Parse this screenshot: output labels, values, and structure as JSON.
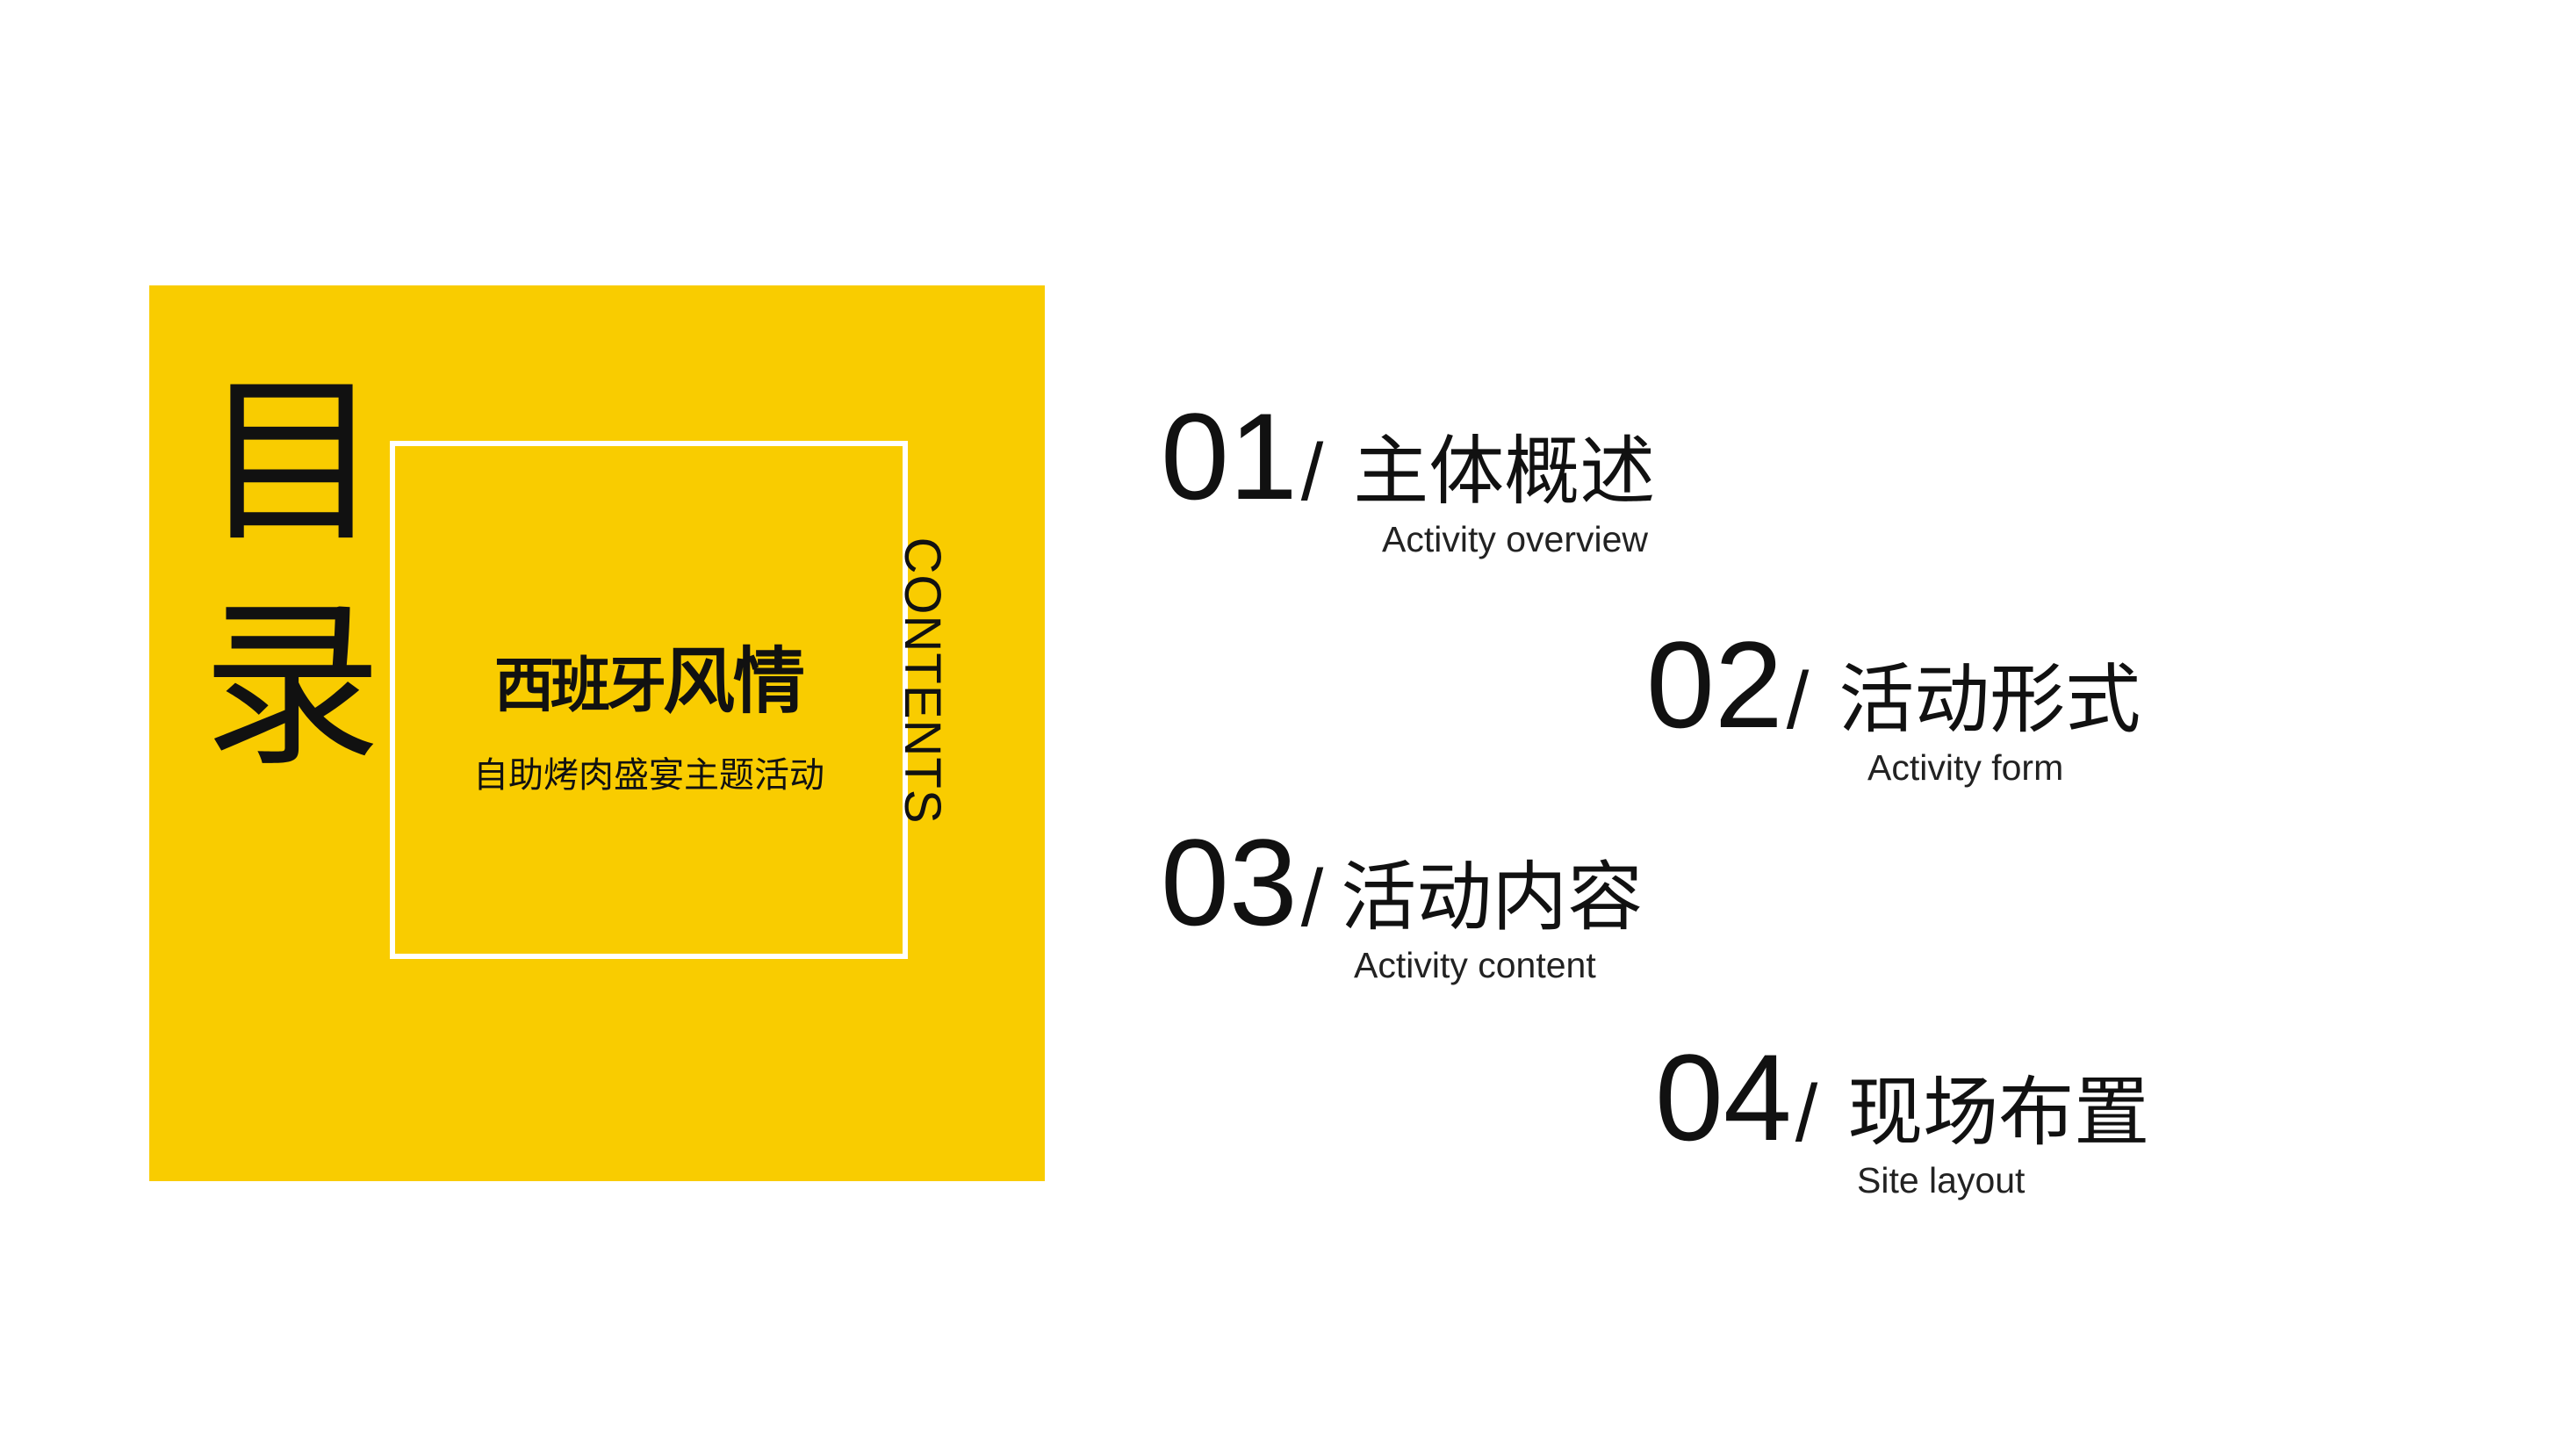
{
  "panel": {
    "title_char_1": "目",
    "title_char_2": "录",
    "slogan_lead": "西班牙",
    "slogan_tail": "风情",
    "subtitle": "自助烤肉盛宴主题活动",
    "vertical_word": "CONTENTS",
    "color": "#F9CC00"
  },
  "items": [
    {
      "num": "01",
      "slash": "/",
      "cn": "主体概述",
      "en": "Activity overview"
    },
    {
      "num": "02",
      "slash": "/",
      "cn": "活动形式",
      "en": "Activity form"
    },
    {
      "num": "03",
      "slash": "/",
      "cn": "活动内容",
      "en": "Activity content"
    },
    {
      "num": "04",
      "slash": "/",
      "cn": "现场布置",
      "en": "Site layout"
    }
  ]
}
